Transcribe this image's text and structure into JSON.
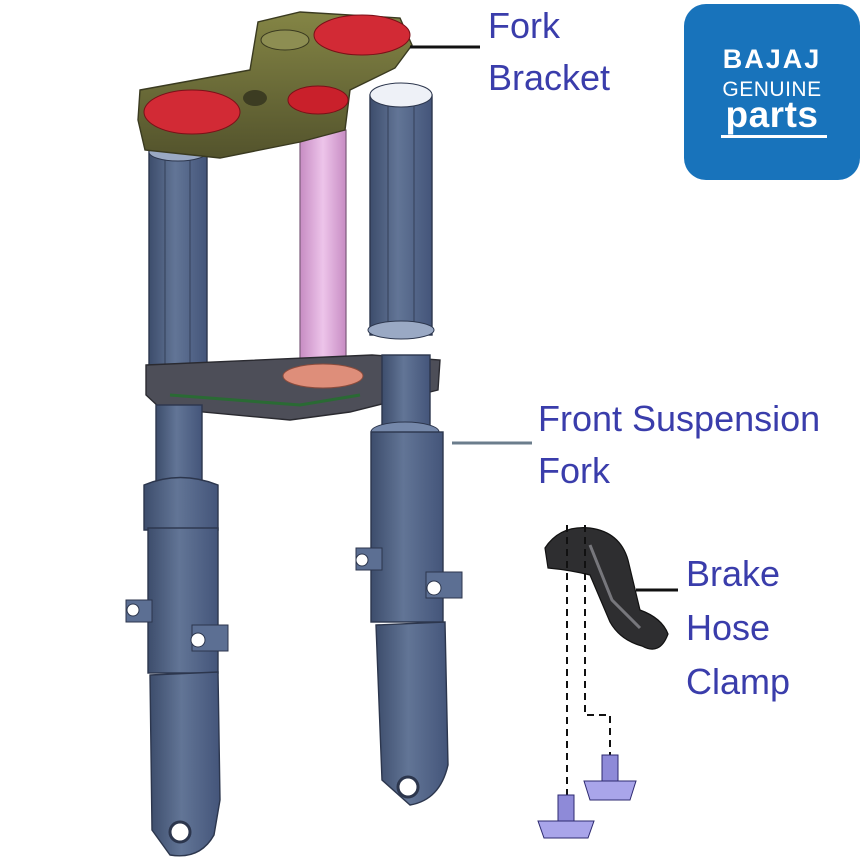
{
  "labels": {
    "fork_bracket": [
      "Fork",
      "Bracket"
    ],
    "front_suspension_fork": [
      "Front Suspension",
      "Fork"
    ],
    "brake_hose_clamp": [
      "Brake",
      "Hose",
      "Clamp"
    ]
  },
  "logo": {
    "brand": "BAJAJ",
    "line1": "GENUINE",
    "line2": "parts",
    "background": "#1873bb"
  },
  "colors": {
    "label_text": "#3a3dab",
    "fork_tube": "#56698e",
    "bracket_body": "#6f7041",
    "bracket_caps": "#d22a35",
    "steering_stem": "#d9a2d6",
    "bolt": "#8e8ad8"
  }
}
